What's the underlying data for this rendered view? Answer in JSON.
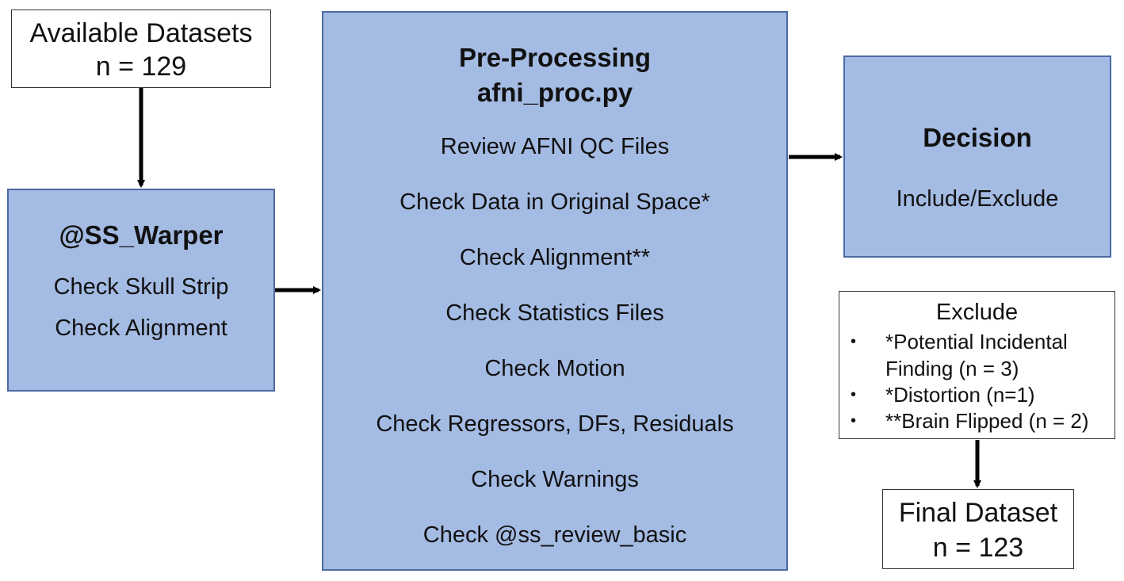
{
  "available": {
    "title": "Available Datasets",
    "count": "n = 129"
  },
  "warper": {
    "title": "@SS_Warper",
    "steps": [
      "Check Skull Strip",
      "Check Alignment"
    ]
  },
  "preprocessing": {
    "title": "Pre-Processing",
    "subtitle": "afni_proc.py",
    "steps": [
      "Review AFNI QC Files",
      "Check Data in Original Space*",
      "Check Alignment**",
      "Check Statistics Files",
      "Check Motion",
      "Check Regressors, DFs, Residuals",
      "Check Warnings",
      "Check @ss_review_basic"
    ]
  },
  "decision": {
    "title": "Decision",
    "label": "Include/Exclude"
  },
  "exclude": {
    "title": "Exclude",
    "items": [
      {
        "bullet": "•",
        "line1": "*Potential Incidental",
        "line2": "Finding (n = 3)"
      },
      {
        "bullet": "•",
        "line1": "*Distortion (n=1)"
      },
      {
        "bullet": "•",
        "line1": "**Brain Flipped (n = 2)"
      }
    ]
  },
  "final": {
    "title": "Final Dataset",
    "count": "n = 123"
  },
  "colors": {
    "box_fill": "#a4bbe3",
    "box_border": "#4a6aa3",
    "arrow": "#000000"
  }
}
